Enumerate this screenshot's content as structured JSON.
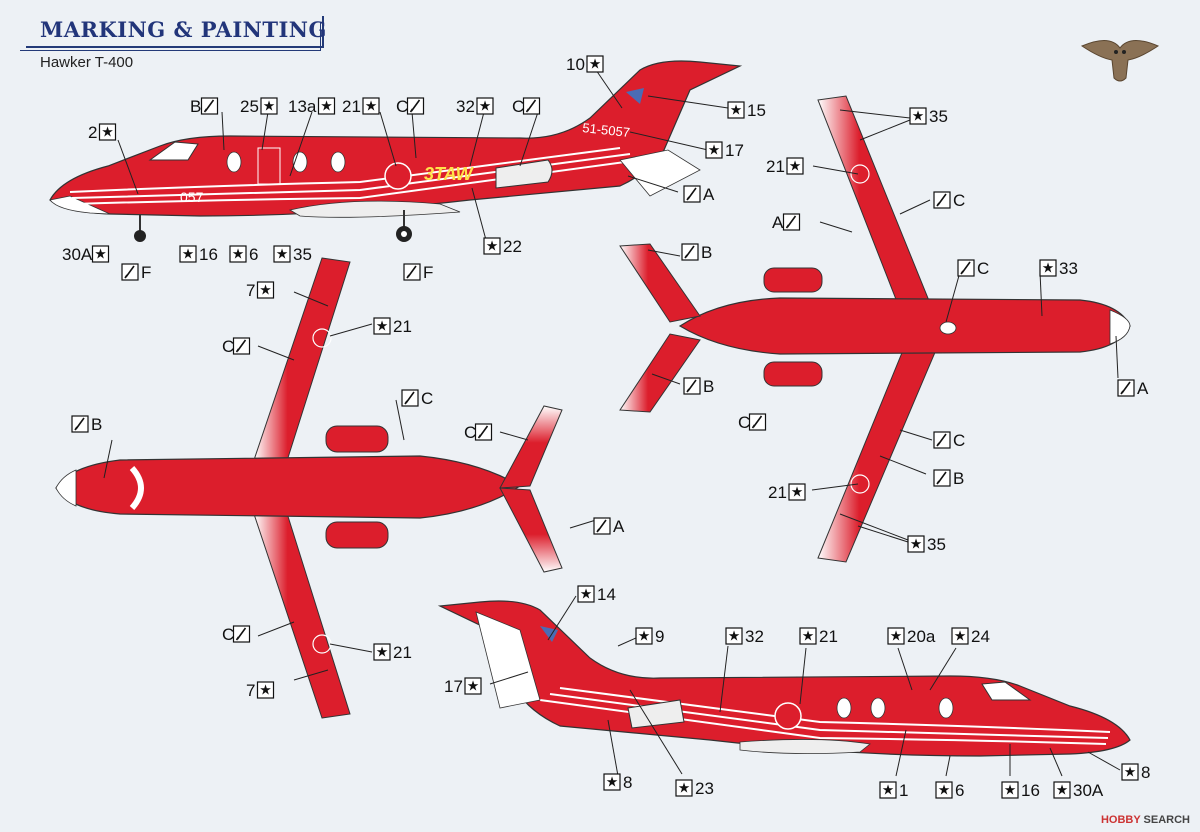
{
  "header": {
    "title": "MARKING & PAINTING",
    "subtitle": "Hawker T-400"
  },
  "colors": {
    "body_red": "#dc1e2c",
    "white": "#ffffff",
    "outline": "#333333",
    "title_blue": "#22357a"
  },
  "aircraft": {
    "serial": "51-5057",
    "code": "057",
    "unit": "3TAW"
  },
  "callouts": [
    {
      "type": "decal",
      "label": "10"
    },
    {
      "type": "decal",
      "label": "2"
    },
    {
      "type": "paint",
      "label": "B"
    },
    {
      "type": "decal",
      "label": "25"
    },
    {
      "type": "decal",
      "label": "13a"
    },
    {
      "type": "decal",
      "label": "21"
    },
    {
      "type": "paint",
      "label": "C"
    },
    {
      "type": "decal",
      "label": "32"
    },
    {
      "type": "paint",
      "label": "C"
    },
    {
      "type": "decal",
      "label": "15"
    },
    {
      "type": "decal",
      "label": "17"
    },
    {
      "type": "paint",
      "label": "A"
    },
    {
      "type": "decal",
      "label": "22"
    },
    {
      "type": "decal",
      "label": "30A"
    },
    {
      "type": "decal",
      "label": "16"
    },
    {
      "type": "decal",
      "label": "6"
    },
    {
      "type": "decal",
      "label": "35"
    },
    {
      "type": "paint",
      "label": "F"
    },
    {
      "type": "paint",
      "label": "F"
    },
    {
      "type": "decal",
      "label": "35"
    },
    {
      "type": "decal",
      "label": "21"
    },
    {
      "type": "paint",
      "label": "C"
    },
    {
      "type": "paint",
      "label": "A"
    },
    {
      "type": "paint",
      "label": "C"
    },
    {
      "type": "decal",
      "label": "33"
    },
    {
      "type": "paint",
      "label": "B"
    },
    {
      "type": "paint",
      "label": "B"
    },
    {
      "type": "paint",
      "label": "A"
    },
    {
      "type": "paint",
      "label": "C"
    },
    {
      "type": "paint",
      "label": "C"
    },
    {
      "type": "decal",
      "label": "21"
    },
    {
      "type": "paint",
      "label": "B"
    },
    {
      "type": "decal",
      "label": "35"
    },
    {
      "type": "decal",
      "label": "7"
    },
    {
      "type": "decal",
      "label": "21"
    },
    {
      "type": "paint",
      "label": "C"
    },
    {
      "type": "paint",
      "label": "C"
    },
    {
      "type": "paint",
      "label": "B"
    },
    {
      "type": "paint",
      "label": "C"
    },
    {
      "type": "paint",
      "label": "A"
    },
    {
      "type": "paint",
      "label": "C"
    },
    {
      "type": "decal",
      "label": "21"
    },
    {
      "type": "decal",
      "label": "7"
    },
    {
      "type": "decal",
      "label": "14"
    },
    {
      "type": "decal",
      "label": "9"
    },
    {
      "type": "decal",
      "label": "32"
    },
    {
      "type": "decal",
      "label": "21"
    },
    {
      "type": "decal",
      "label": "20a"
    },
    {
      "type": "decal",
      "label": "24"
    },
    {
      "type": "decal",
      "label": "17"
    },
    {
      "type": "decal",
      "label": "8"
    },
    {
      "type": "decal",
      "label": "23"
    },
    {
      "type": "decal",
      "label": "1"
    },
    {
      "type": "decal",
      "label": "6"
    },
    {
      "type": "decal",
      "label": "16"
    },
    {
      "type": "decal",
      "label": "30A"
    },
    {
      "type": "decal",
      "label": "8"
    }
  ],
  "watermark": {
    "brand": "HOBBY",
    "rest": " SEARCH"
  }
}
